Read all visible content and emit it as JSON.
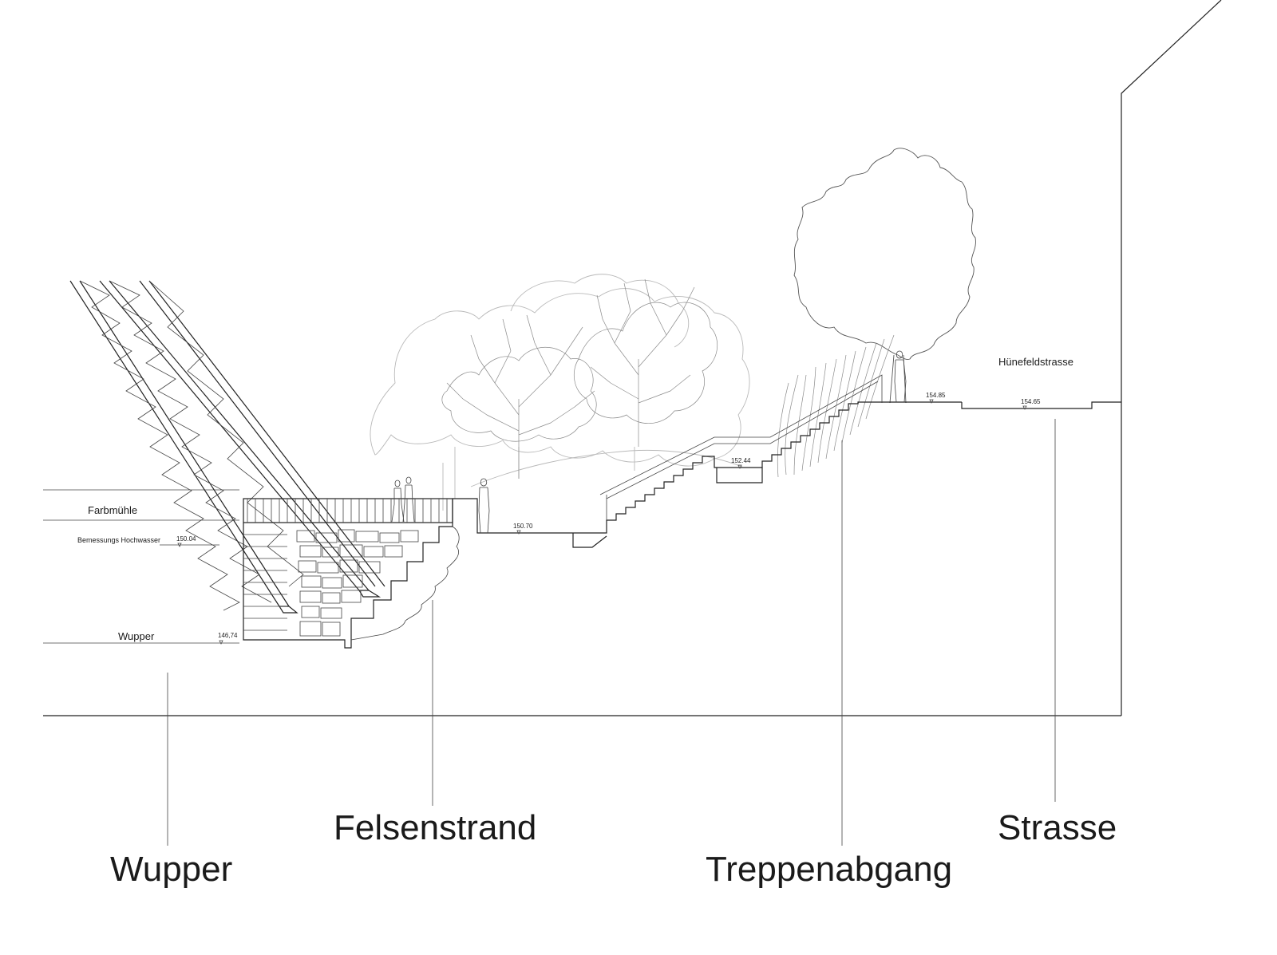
{
  "zones": {
    "wupper": "Wupper",
    "felsenstrand": "Felsenstrand",
    "treppenabgang": "Treppenabgang",
    "strasse": "Strasse"
  },
  "annotations": {
    "farbmuehle": "Farbmühle",
    "hochwasser": "Bemessungs Hochwasser",
    "wupper_small": "Wupper",
    "huenefeldstrasse": "Hünefeldstrasse"
  },
  "elevations": {
    "hochwasser": "150.04",
    "wupper": "146,74",
    "beach": "150.70",
    "stair_landing": "152.44",
    "top_landing": "154.85",
    "street": "154.65"
  }
}
